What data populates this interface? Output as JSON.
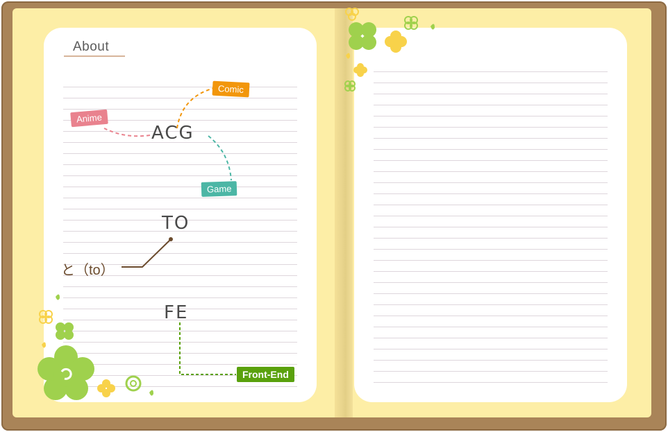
{
  "page": {
    "title": "About"
  },
  "diagram": {
    "root_nodes": {
      "acg": "ACG",
      "to": "TO",
      "fe": "FE"
    },
    "acg_tags": {
      "comic": "Comic",
      "anime": "Anime",
      "game": "Game"
    },
    "to_note": "と（to）",
    "fe_tag": "Front-End"
  },
  "colors": {
    "cover": "#a98458",
    "paper": "#fdeea6",
    "comic": "#f2960c",
    "anime": "#e9828e",
    "game": "#4cb6a5",
    "front_end": "#5aa10d",
    "flower_green": "#9fd14d",
    "flower_yellow": "#f8d24a"
  },
  "icons": {
    "decorations": [
      "flower-icon",
      "clover-icon",
      "leaf-icon"
    ]
  }
}
